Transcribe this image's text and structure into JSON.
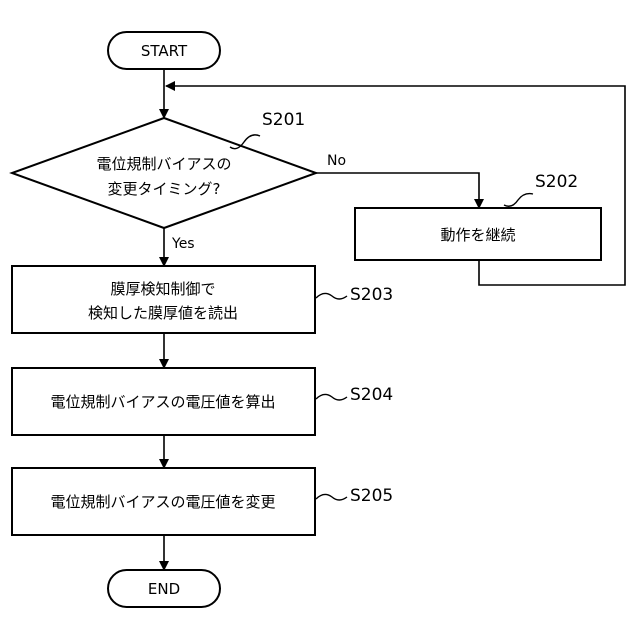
{
  "flowchart": {
    "start_label": "START",
    "end_label": "END",
    "decision": {
      "step_id": "S201",
      "line1": "電位規制バイアスの",
      "line2": "変更タイミング?",
      "yes_label": "Yes",
      "no_label": "No"
    },
    "continue_box": {
      "step_id": "S202",
      "label": "動作を継続"
    },
    "read_box": {
      "step_id": "S203",
      "line1": "膜厚検知制御で",
      "line2": "検知した膜厚値を読出"
    },
    "calc_box": {
      "step_id": "S204",
      "label": "電位規制バイアスの電圧値を算出"
    },
    "change_box": {
      "step_id": "S205",
      "label": "電位規制バイアスの電圧値を変更"
    }
  }
}
